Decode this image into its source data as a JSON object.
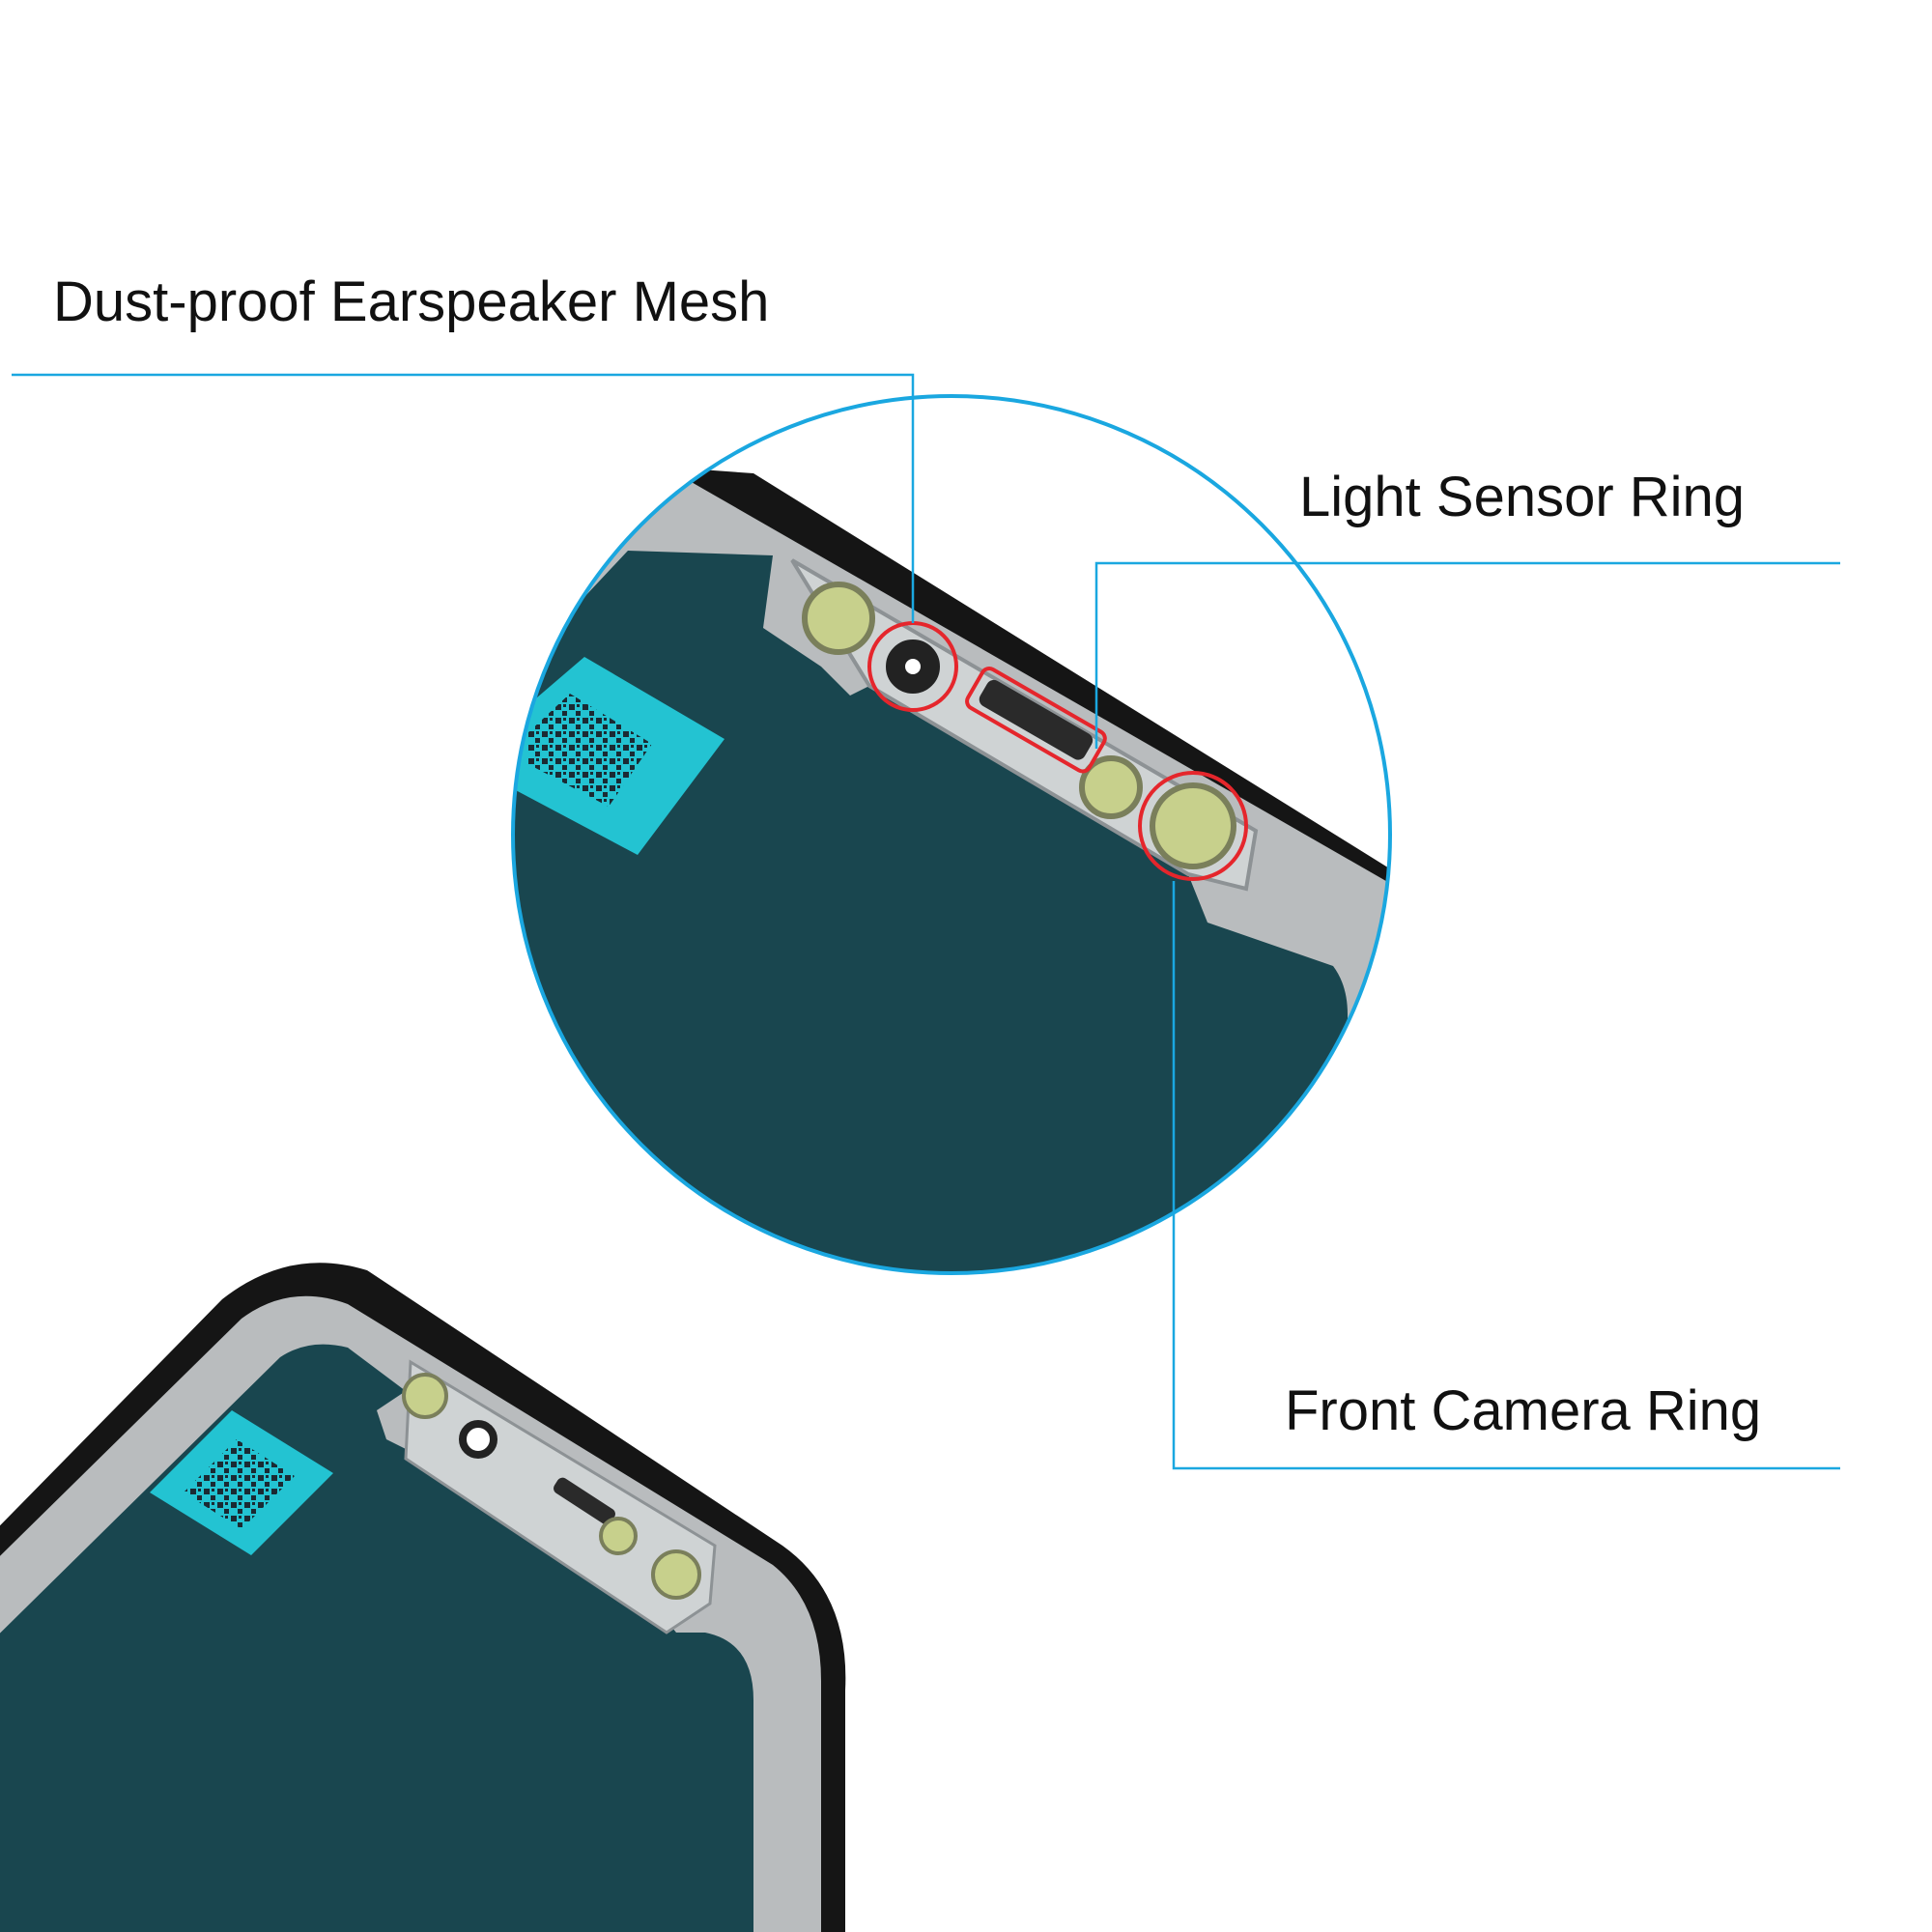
{
  "labels": {
    "earspeaker_mesh": "Dust-proof Earspeaker Mesh",
    "light_sensor_ring": "Light Sensor Ring",
    "front_camera_ring": "Front Camera Ring"
  },
  "colors": {
    "callout_line": "#1aa7e0",
    "highlight_ring": "#e5262c",
    "screen_panel": "#19464f",
    "metal_frame": "#b9bcbe",
    "bezel": "#151515",
    "sensor_pad": "#c7d08c",
    "qr_sticker": "#23c3d2",
    "background": "#ffffff"
  },
  "icons": {
    "qr_code": "qr-code-icon"
  }
}
